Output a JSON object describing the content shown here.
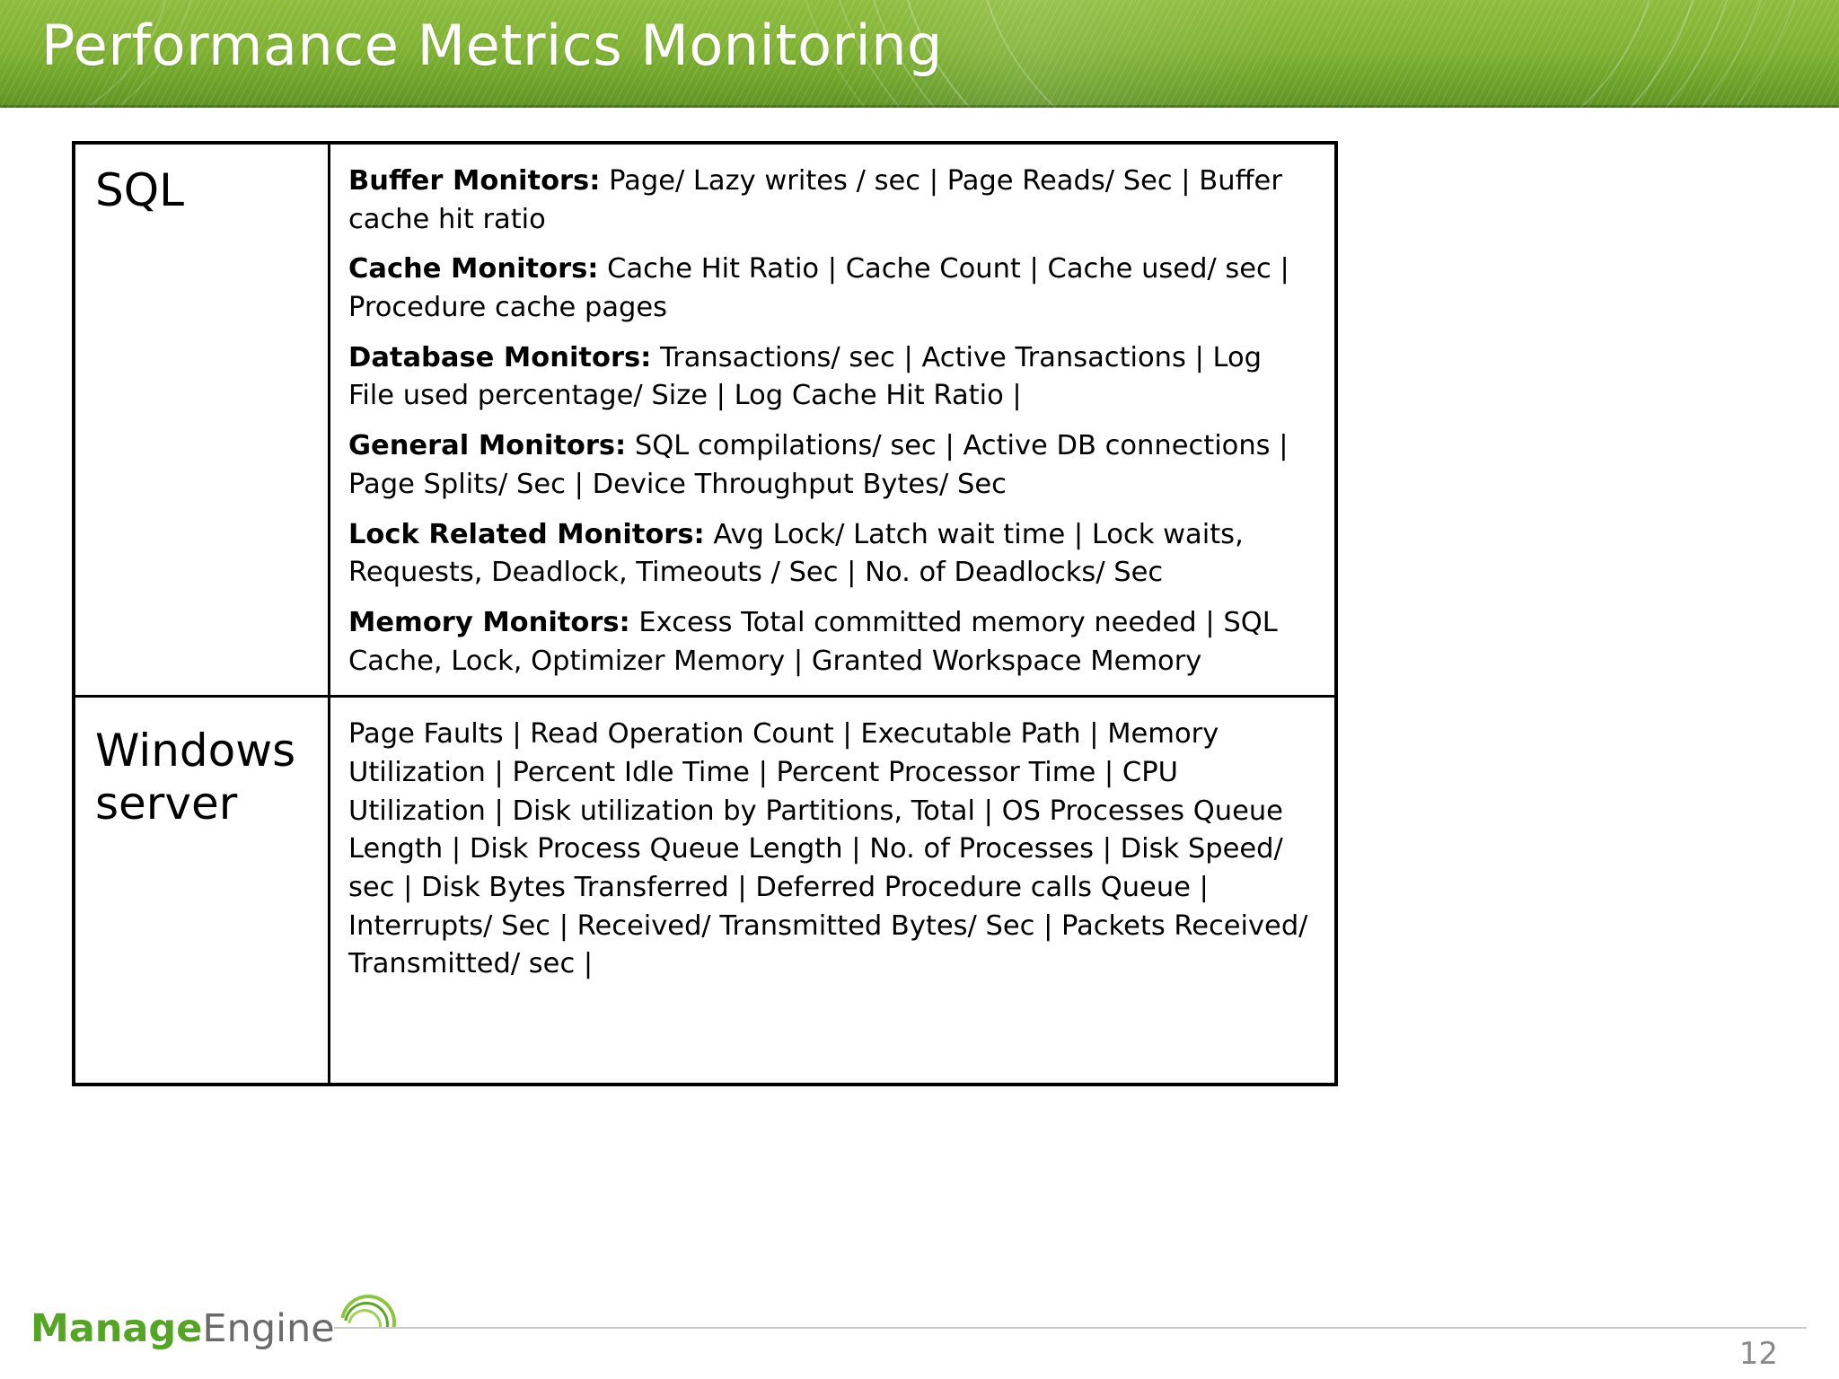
{
  "slide": {
    "title": "Performance Metrics Monitoring",
    "page_number": "12",
    "accent_green": "#80b233",
    "logo_green": "#55a524",
    "logo_gray": "#6a6a6a"
  },
  "table": {
    "rows": [
      {
        "label": "SQL",
        "metrics": [
          {
            "name": "Buffer Monitors:",
            "value": " Page/ Lazy writes / sec | Page Reads/ Sec | Buffer cache hit ratio"
          },
          {
            "name": "Cache Monitors:",
            "value": " Cache Hit Ratio | Cache Count | Cache used/ sec | Procedure cache pages"
          },
          {
            "name": "Database Monitors:",
            "value": " Transactions/ sec | Active Transactions | Log File used percentage/ Size | Log Cache Hit Ratio |"
          },
          {
            "name": "General Monitors:",
            "value": " SQL compilations/ sec | Active DB connections | Page Splits/ Sec | Device Throughput Bytes/ Sec"
          },
          {
            "name": "Lock Related Monitors:",
            "value": " Avg Lock/ Latch wait time | Lock waits, Requests, Deadlock, Timeouts / Sec | No. of Deadlocks/ Sec"
          },
          {
            "name": "Memory Monitors:",
            "value": " Excess Total committed memory needed | SQL Cache, Lock, Optimizer Memory | Granted Workspace Memory"
          }
        ]
      },
      {
        "label": "Windows server",
        "plain": "Page Faults |  Read Operation Count | Executable Path | Memory Utilization | Percent Idle Time | Percent Processor Time | CPU Utilization | Disk utilization by Partitions, Total | OS Processes Queue Length | Disk Process Queue Length | No. of Processes | Disk Speed/ sec | Disk Bytes Transferred | Deferred Procedure calls Queue | Interrupts/ Sec | Received/ Transmitted Bytes/ Sec | Packets Received/ Transmitted/ sec |"
      }
    ]
  },
  "footer": {
    "logo_manage": "Manage",
    "logo_engine": "Engine"
  }
}
